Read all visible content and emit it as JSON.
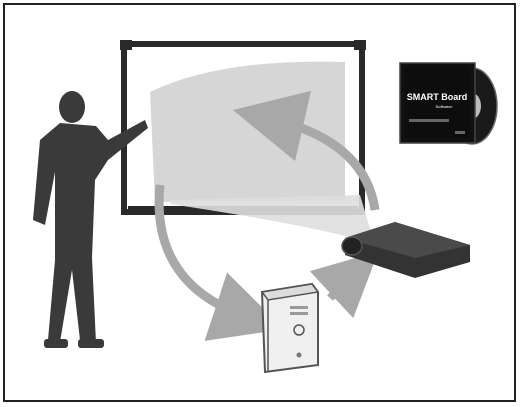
{
  "diagram": {
    "components": [
      "presenter",
      "interactive-whiteboard",
      "projector",
      "computer",
      "software-disc"
    ],
    "flows": [
      {
        "from": "whiteboard",
        "to": "computer"
      },
      {
        "from": "computer",
        "to": "projector"
      },
      {
        "from": "projector",
        "to": "whiteboard"
      }
    ]
  },
  "disc_case": {
    "brand": "SMART Board",
    "subtitle": "Software"
  },
  "colors": {
    "border": "#222222",
    "board_frame": "#2a2a2a",
    "projection": "#c9c9c9",
    "arrow": "#a8a8a8",
    "silhouette": "#3a3a3a",
    "projector": "#333333"
  }
}
